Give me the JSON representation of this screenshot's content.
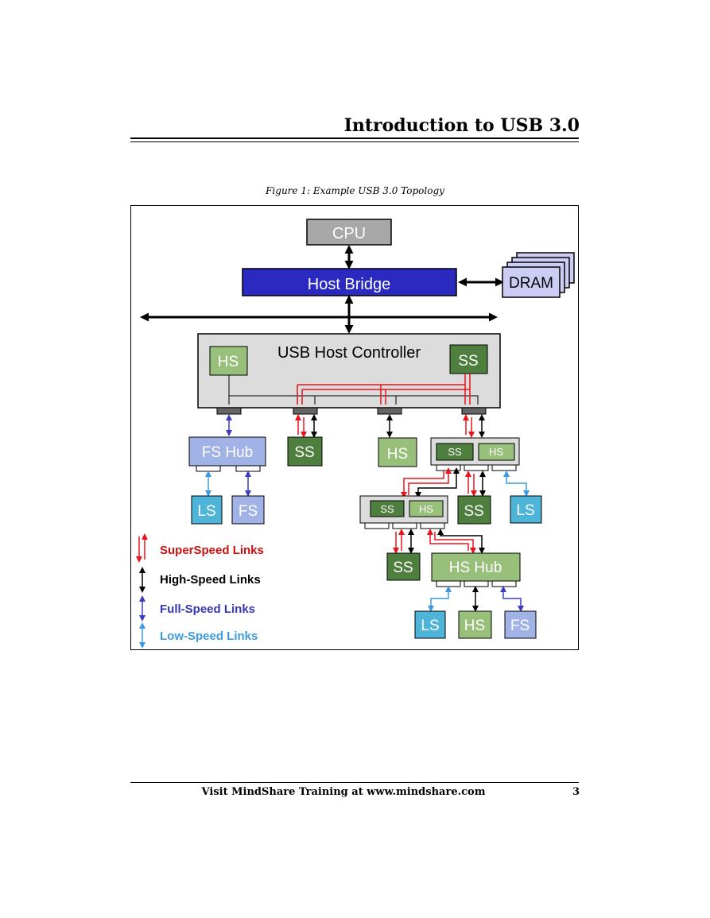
{
  "header": {
    "title": "Introduction to USB 3.0"
  },
  "figure": {
    "caption": "Figure 1: Example USB 3.0 Topology",
    "nodes": {
      "cpu": "CPU",
      "host_bridge": "Host Bridge",
      "dram": "DRAM",
      "controller": "USB Host Controller",
      "ctrl_hs": "HS",
      "ctrl_ss": "SS",
      "fs_hub": "FS Hub",
      "ss1": "SS",
      "hs1": "HS",
      "hub1_ss": "SS",
      "hub1_hs": "HS",
      "ls1": "LS",
      "fs1": "FS",
      "hub2_ss": "SS",
      "hub2_hs": "HS",
      "ss2": "SS",
      "ls2": "LS",
      "ss3": "SS",
      "hs_hub": "HS Hub",
      "ls3": "LS",
      "hs2": "HS",
      "fs2": "FS"
    },
    "legend": [
      {
        "label": "SuperSpeed Links",
        "color": "#e8141c"
      },
      {
        "label": "High-Speed Links",
        "color": "#000000"
      },
      {
        "label": "Full-Speed Links",
        "color": "#3b3bbf"
      },
      {
        "label": "Low-Speed Links",
        "color": "#3c9be0"
      }
    ]
  },
  "footer": {
    "text": "Visit MindShare Training at www.mindshare.com",
    "page_number": "3"
  },
  "colors": {
    "ss_dark_green": "#4f7f3f",
    "hs_light_green": "#98c07a",
    "host_bridge_blue": "#2a2ac0",
    "dram_lavender": "#ccccf4",
    "fs_hub_periwinkle": "#a0b2e6",
    "ls_cyan": "#4eb4d8",
    "cpu_gray": "#a8a8a8",
    "controller_gray": "#dcdcdc"
  }
}
